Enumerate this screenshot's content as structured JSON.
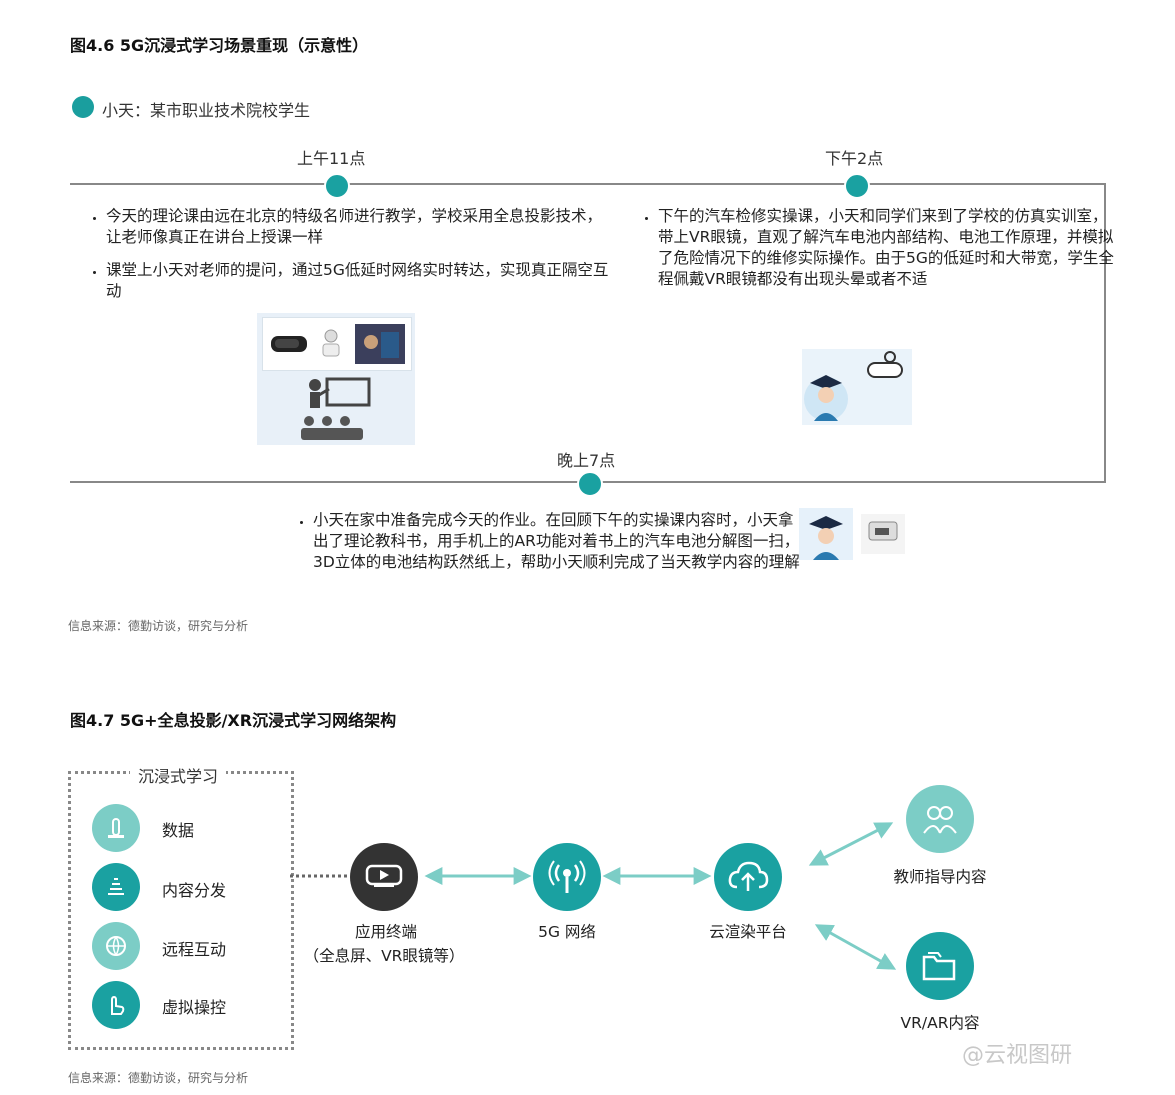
{
  "fig1": {
    "title": "图4.6 5G沉浸式学习场景重现（示意性）",
    "legend": "小天：某市职业技术院校学生",
    "times": {
      "t1": "上午11点",
      "t2": "下午2点",
      "t3": "晚上7点"
    },
    "morning_bullets": [
      "今天的理论课由远在北京的特级名师进行教学，学校采用全息投影技术，让老师像真正在讲台上授课一样",
      "课堂上小天对老师的提问，通过5G低延时网络实时转达，实现真正隔空互动"
    ],
    "afternoon_bullets": [
      "下午的汽车检修实操课，小天和同学们来到了学校的仿真实训室，带上VR眼镜，直观了解汽车电池内部结构、电池工作原理，并模拟了危险情况下的维修实际操作。由于5G的低延时和大带宽，学生全程佩戴VR眼镜都没有出现头晕或者不适"
    ],
    "evening_bullets": [
      "小天在家中准备完成今天的作业。在回顾下午的实操课内容时，小天拿出了理论教科书，用手机上的AR功能对着书上的汽车电池分解图一扫，3D立体的电池结构跃然纸上，帮助小天顺利完成了当天教学内容的理解"
    ],
    "source": "信息来源：德勤访谈，研究与分析"
  },
  "fig2": {
    "title": "图4.7 5G+全息投影/XR沉浸式学习网络架构",
    "group_title": "沉浸式学习",
    "items": [
      "数据",
      "内容分发",
      "远程互动",
      "虚拟操控"
    ],
    "nodes": {
      "terminal_line1": "应用终端",
      "terminal_line2": "（全息屏、VR眼镜等）",
      "network": "5G 网络",
      "cloud": "云渲染平台",
      "teacher": "教师指导内容",
      "vrar": "VR/AR内容"
    },
    "source": "信息来源：德勤访谈，研究与分析"
  },
  "watermark": "@云视图研",
  "colors": {
    "teal": "#1aa1a1",
    "light_teal": "#7ccdc6",
    "dark": "#333333",
    "line": "#888888"
  }
}
